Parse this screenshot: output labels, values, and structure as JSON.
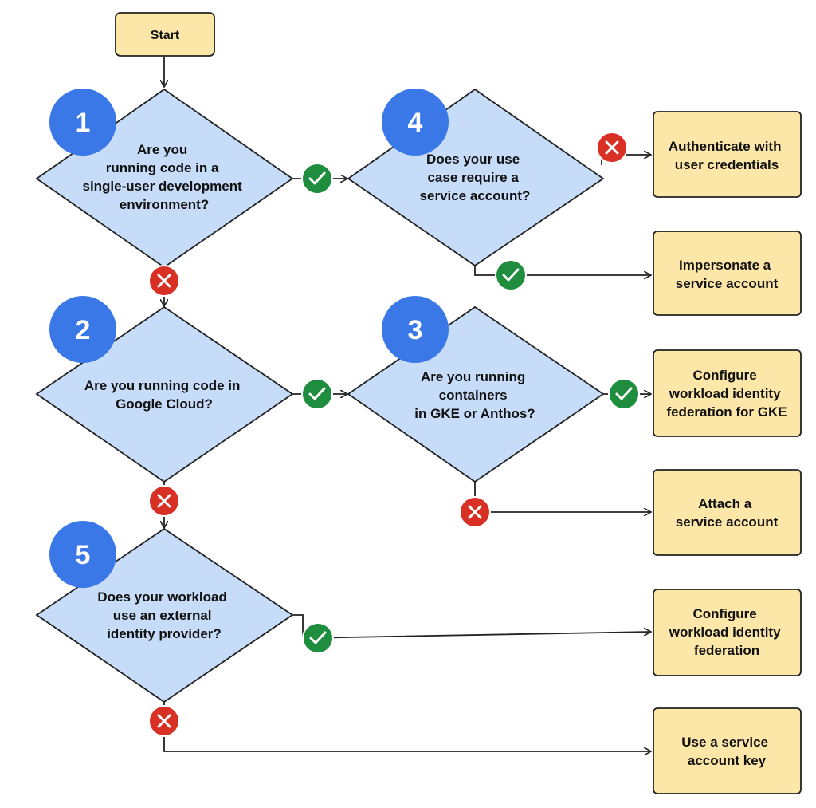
{
  "start": {
    "label": "Start"
  },
  "questions": [
    {
      "number": "1",
      "lines": [
        "Are you",
        "running code in a",
        "single-user development",
        "environment?"
      ]
    },
    {
      "number": "2",
      "lines": [
        "Are you running code in",
        "Google Cloud?"
      ]
    },
    {
      "number": "3",
      "lines": [
        "Are you running",
        "containers",
        "in GKE or Anthos?"
      ]
    },
    {
      "number": "4",
      "lines": [
        "Does your use",
        "case require a",
        "service account?"
      ]
    },
    {
      "number": "5",
      "lines": [
        "Does your workload",
        "use an external",
        "identity provider?"
      ]
    }
  ],
  "outcomes": [
    {
      "lines": [
        "Authenticate with",
        "user credentials"
      ]
    },
    {
      "lines": [
        "Impersonate a",
        "service account"
      ]
    },
    {
      "lines": [
        "Configure",
        "workload identity",
        "federation for GKE"
      ]
    },
    {
      "lines": [
        "Attach a",
        "service account"
      ]
    },
    {
      "lines": [
        "Configure",
        "workload identity",
        "federation"
      ]
    },
    {
      "lines": [
        "Use a service",
        "account key"
      ]
    }
  ],
  "colors": {
    "diamond_fill": "#c6dcf8",
    "number_circle": "#3b78e7",
    "outcome_fill": "#fce6a8",
    "yes_badge": "#1e8e3e",
    "no_badge": "#d93025"
  }
}
